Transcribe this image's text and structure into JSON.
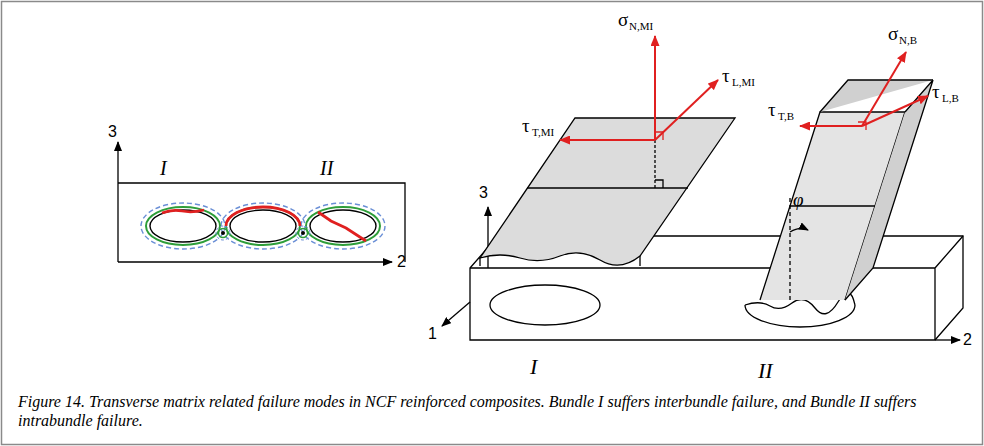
{
  "diagram": {
    "caption": "Figure 14. Transverse matrix related failure modes in NCF reinforced composites. Bundle I suffers interbundle failure, and Bundle II suffers intrabundle failure.",
    "labels": [
      "3",
      "2",
      "I",
      "II",
      "σ",
      "N,MI",
      "τ",
      "L,MI",
      "τ",
      "T,MI",
      "τ",
      "T,B",
      "σ",
      "N,B",
      "τ",
      "L,B",
      "φ",
      "3",
      "1",
      "2",
      "I",
      "II"
    ]
  }
}
